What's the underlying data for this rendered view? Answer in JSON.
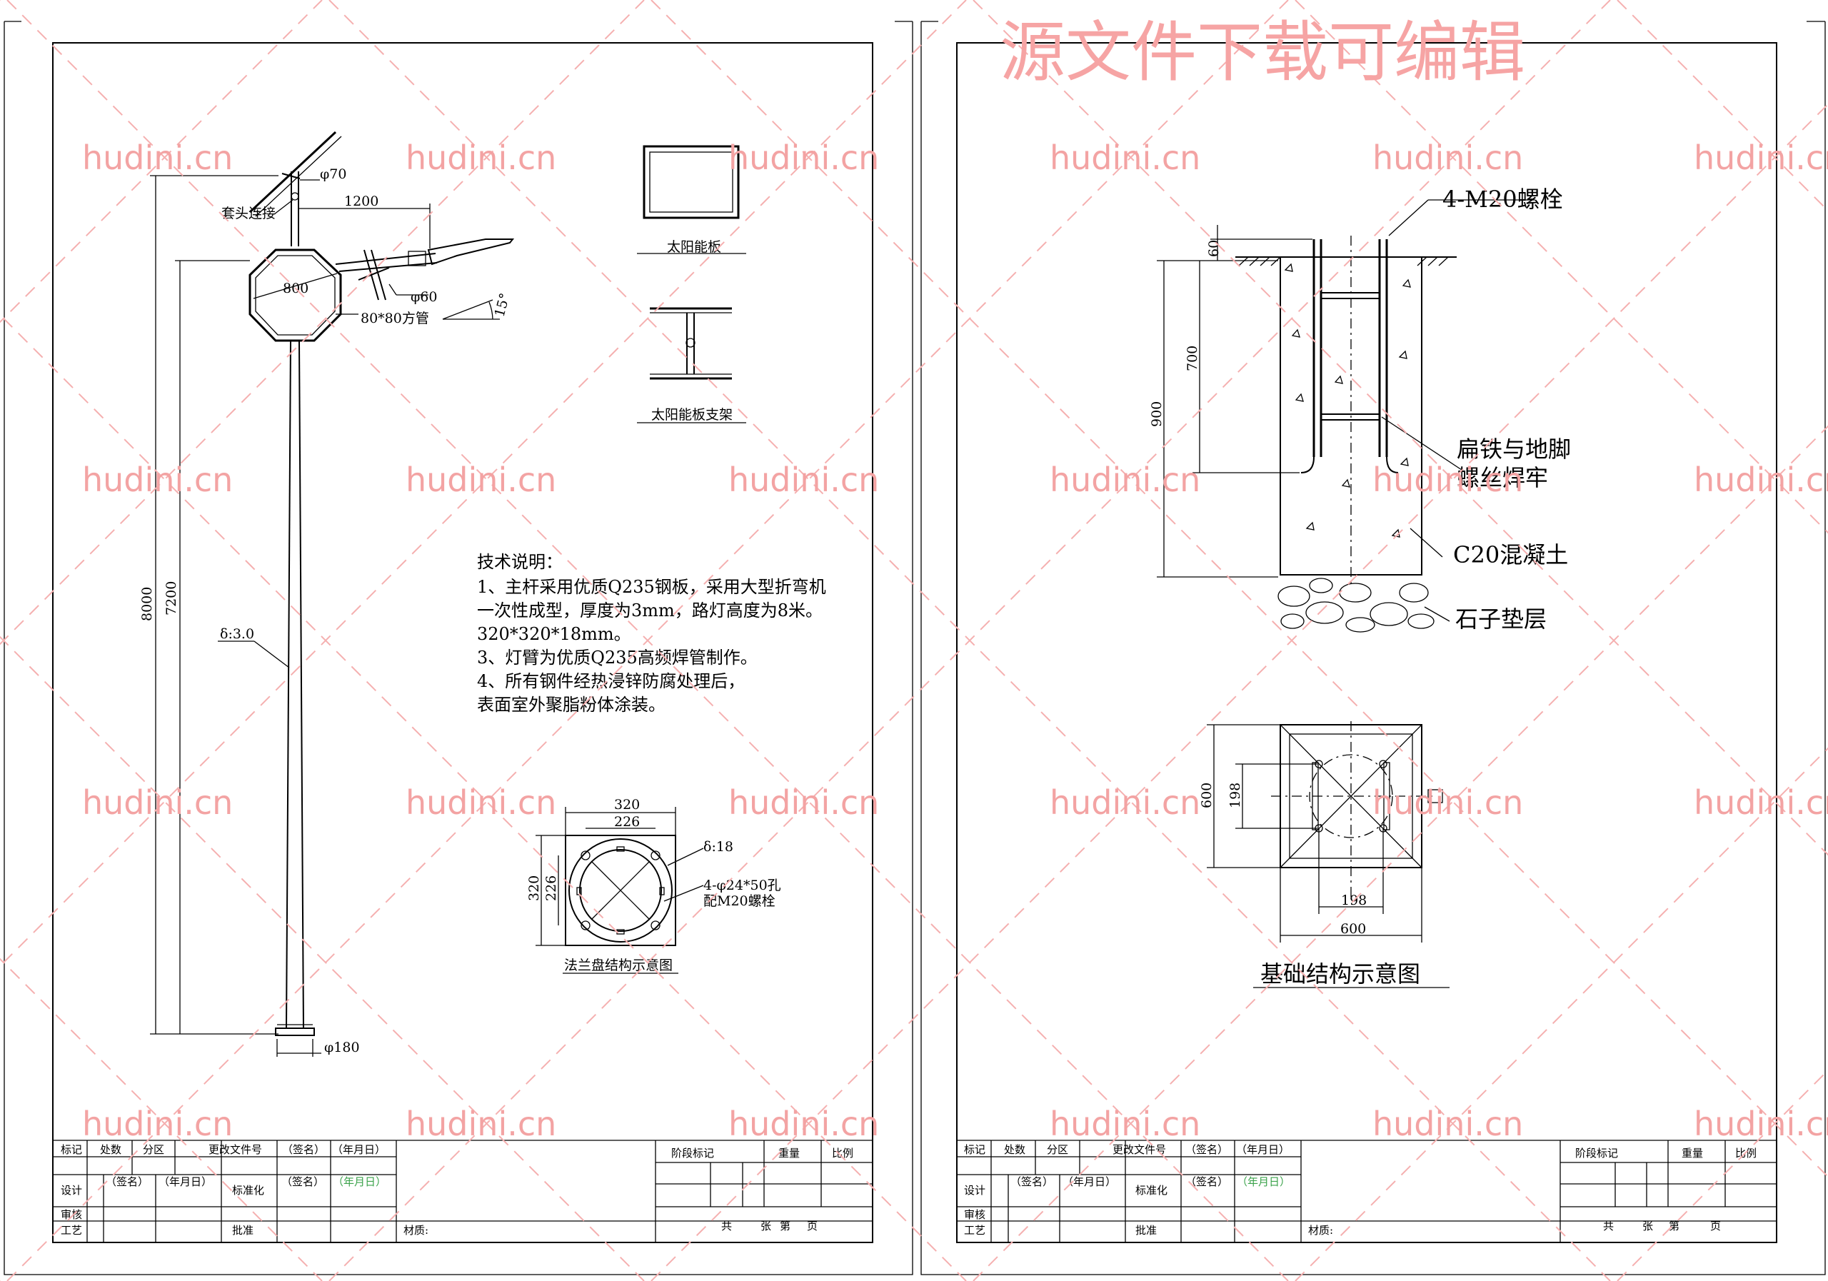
{
  "watermark": {
    "site": "hudini.cn",
    "banner": "源文件下载可编辑"
  },
  "left_sheet": {
    "labels": {
      "phi70": "φ70",
      "lamp_connect": "套头连接",
      "arm_1200": "1200",
      "dim_800": "800",
      "phi60": "φ60",
      "square_tube": "80*80方管",
      "angle": "15°",
      "h_8000": "8000",
      "h_7200": "7200",
      "delta_30": "δ:3.0",
      "phi180": "φ180"
    },
    "solar_panel_title": "太阳能板",
    "solar_bracket_title": "太阳能板支架",
    "notes": {
      "title": "技术说明：",
      "line1": "1、主杆采用优质Q235钢板，采用大型折弯机",
      "line2": "一次性成型，厚度为3mm，路灯高度为8米。",
      "line3": "320*320*18mm。",
      "line4": "3、灯臂为优质Q235高频焊管制作。",
      "line5": "4、所有钢件经热浸锌防腐处理后，",
      "line6": "表面室外聚脂粉体涂装。"
    },
    "flange": {
      "d320_top": "320",
      "d226_top": "226",
      "d320_side": "320",
      "d226_side": "226",
      "delta18": "δ:18",
      "holes": "4-φ24*50孔",
      "bolts": "配M20螺栓",
      "title": "法兰盘结构示意图"
    }
  },
  "right_sheet": {
    "bolt_label": "4-M20螺栓",
    "d60": "60",
    "d700": "700",
    "d900": "900",
    "weld_1": "扁铁与地脚",
    "weld_2": "螺丝焊牢",
    "concrete": "C20混凝土",
    "gravel": "石子垫层",
    "plan": {
      "d600_side": "600",
      "d198_side": "198",
      "d198_bottom": "198",
      "d600_bottom": "600"
    },
    "title": "基础结构示意图"
  },
  "title_block": {
    "r1": [
      "标记",
      "处数",
      "分区",
      "更改文件号",
      "（签名）",
      "（年月日）"
    ],
    "design": "设计",
    "sign": "（签名）",
    "date": "（年月日）",
    "standard": "标准化",
    "sign2": "（签名）",
    "date2": "（年月日）",
    "review": "审核",
    "craft": "工艺",
    "approve": "批准",
    "material": "材质:",
    "stage": "阶段标记",
    "weight": "重量",
    "scale": "比例",
    "total": "共",
    "sheets": "张",
    "page_no": "第",
    "page": "页"
  }
}
